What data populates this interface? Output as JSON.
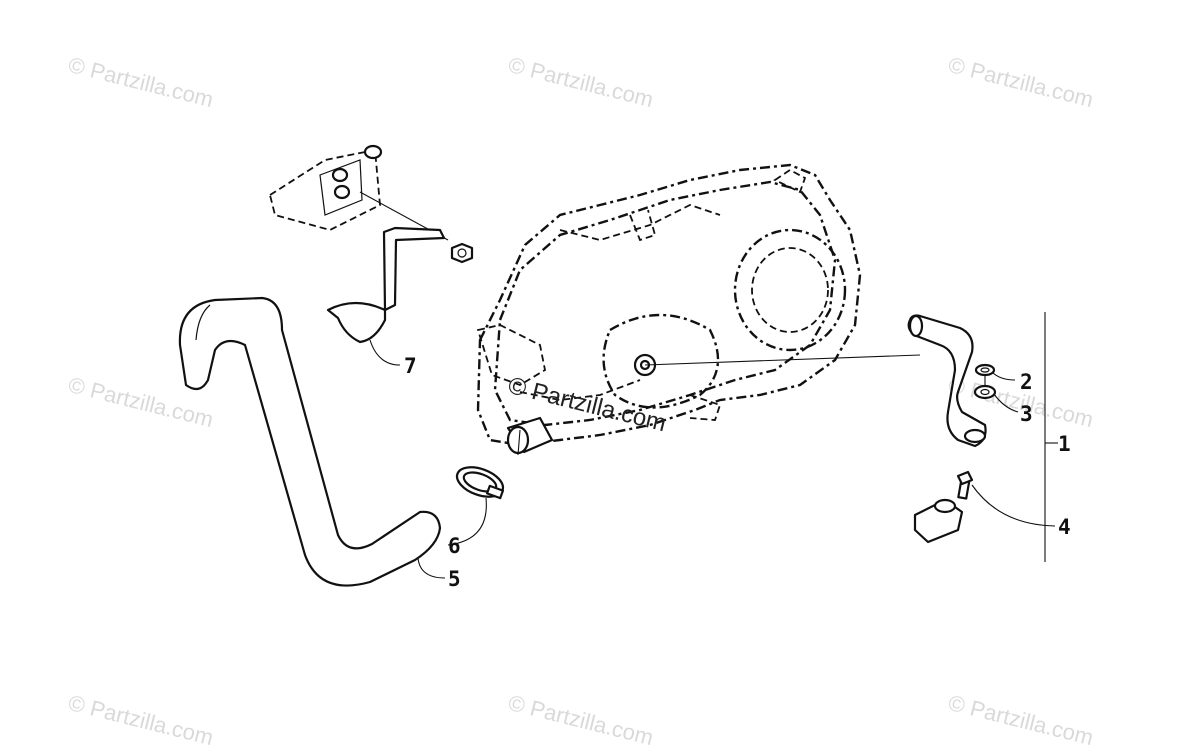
{
  "watermarks": [
    "© Partzilla.com",
    "© Partzilla.com",
    "© Partzilla.com",
    "© Partzilla.com",
    "© Partzilla.com",
    "© Partzilla.com",
    "© Partzilla.com",
    "© Partzilla.com",
    "© Partzilla.com"
  ],
  "center_watermark": "© Partzilla.com",
  "callouts": {
    "c1": "1",
    "c2": "2",
    "c3": "3",
    "c4": "4",
    "c5": "5",
    "c6": "6",
    "c7": "7"
  }
}
